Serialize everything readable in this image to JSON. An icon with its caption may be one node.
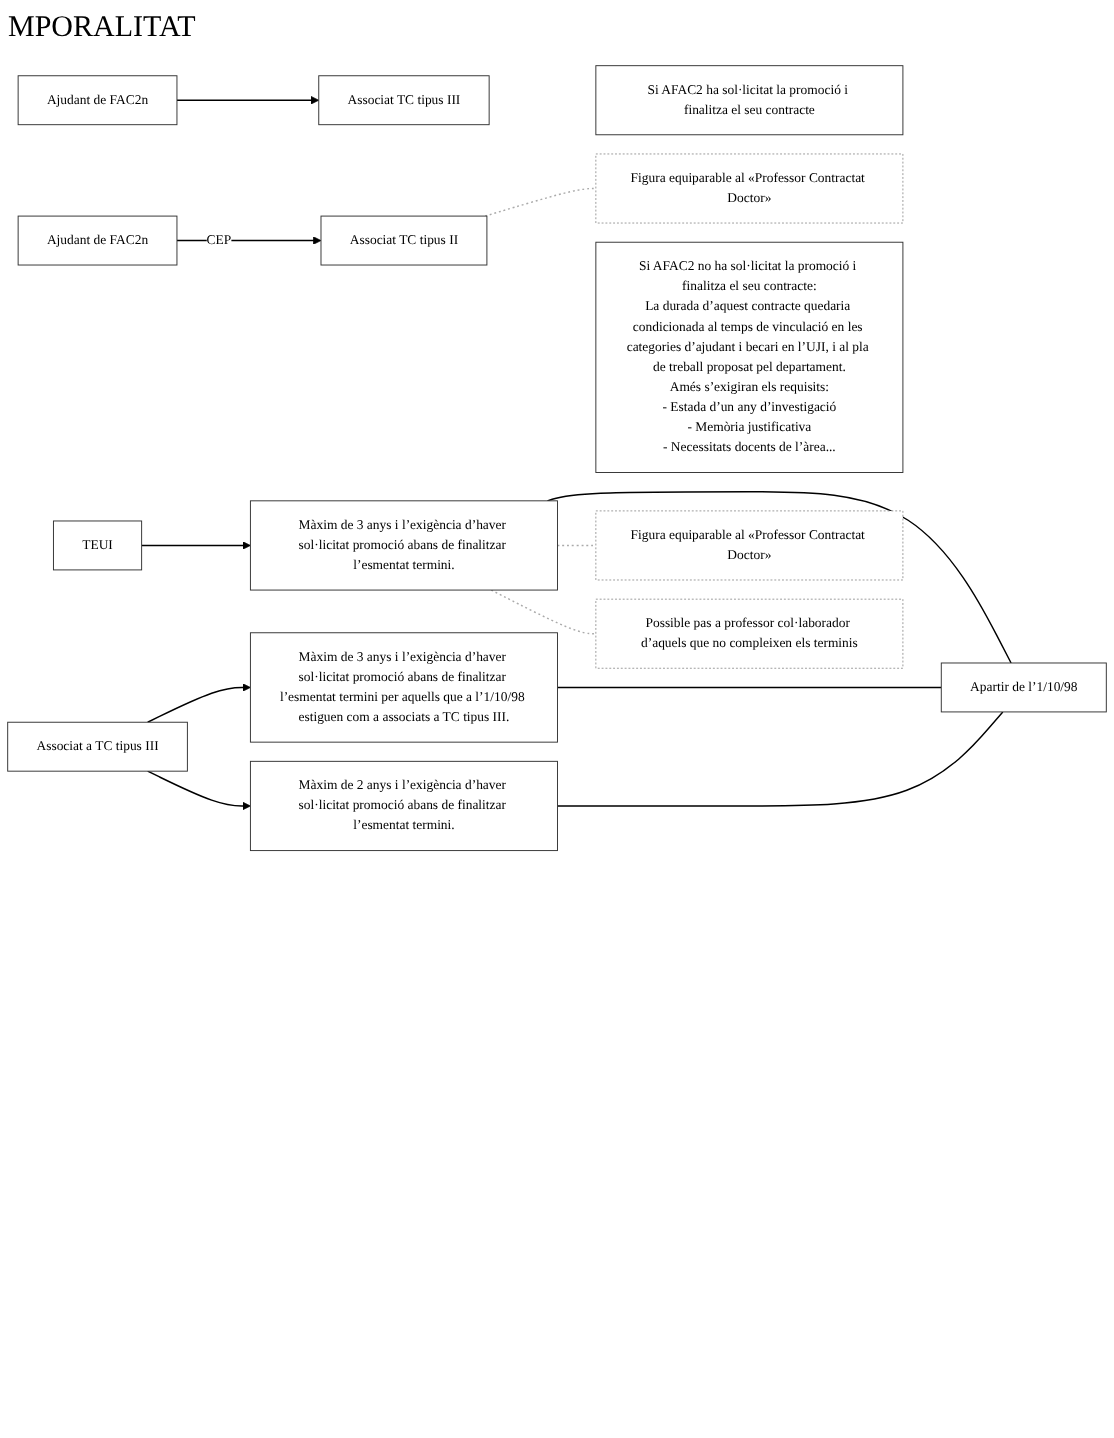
{
  "diagram": {
    "nodes": [
      {
        "text": [
          "Ajudant de FAC2n"
        ]
      },
      {
        "text": [
          "Associat TC tipus III"
        ]
      },
      {
        "text": [
          "Si AFAC2 ha sol·licitat la promoció i finalitza el seu contracte"
        ]
      },
      {
        "text": [
          "Ajudant de FAC2n"
        ]
      },
      {
        "text": [
          "Associat TC tipus II"
        ]
      },
      {
        "text": [
          "Si AFAC2 no ha sol·licitat la promoció i finalitza el seu contracte:",
          "La durada d’aquest contracte quedaria condicionada al temps de vinculació en les categories d’ajudant i becari en l’UJI, i al pla de treball proposat pel departament.",
          "Amés s’exigiran els requisits:",
          "- Estada d’un any d’investigació",
          "- Memòria justificativa",
          "- Necessitats docents de l’àrea..."
        ]
      },
      {
        "text": [
          "Figura equiparable al «Professor Contractat Doctor»"
        ]
      },
      {
        "text": [
          "Associat a TC tipus III"
        ]
      },
      {
        "text": [
          "Màxim de 3 anys i l’exigència d’haver sol·licitat promoció abans de finalitzar l’esmentat termini per aquells que a l’1/10/98 estiguen com a associats a TC tipus III."
        ]
      },
      {
        "text": [
          "Màxim de 2 anys i l’exigència d’haver sol·licitat promoció abans de finalitzar l’esmentat termini."
        ]
      },
      {
        "text": [
          "Apartir de l’1/10/98"
        ]
      },
      {
        "text": [
          "TEUI"
        ]
      },
      {
        "text": [
          "Màxim de 3 anys i l’exigència d’haver sol·licitat promoció abans de finalitzar l’esmentat termini."
        ]
      },
      {
        "text": [
          "Figura equiparable al «Professor Contractat Doctor»"
        ]
      },
      {
        "text": [
          "Possible pas a professor col·laborador d’aquels que no compleixen els terminis"
        ]
      }
    ],
    "edges": [
      {
        "from": 0,
        "to": 1,
        "arrow": "to"
      },
      {
        "from": 3,
        "to": 4,
        "arrow": "to",
        "label": "CEP"
      },
      {
        "from": 4,
        "to": 6,
        "arrow": "none",
        "style": "dashed",
        "color": "#aaaaaa"
      },
      {
        "from": 7,
        "to": 8,
        "arrow": "to"
      },
      {
        "from": 7,
        "to": 9,
        "arrow": "to"
      },
      {
        "from": 8,
        "to": 10,
        "arrow": "none"
      },
      {
        "from": 9,
        "to": 10,
        "arrow": "none"
      },
      {
        "from": 12,
        "to": 10,
        "arrow": "none"
      },
      {
        "from": 11,
        "to": 12,
        "arrow": "to"
      },
      {
        "from": 12,
        "to": 13,
        "arrow": "none",
        "style": "dashed",
        "color": "#aaaaaa"
      },
      {
        "from": 12,
        "to": 14,
        "arrow": "none",
        "style": "dashed",
        "color": "#aaaaaa"
      }
    ],
    "labels": [
      "MPORALITAT"
    ]
  }
}
